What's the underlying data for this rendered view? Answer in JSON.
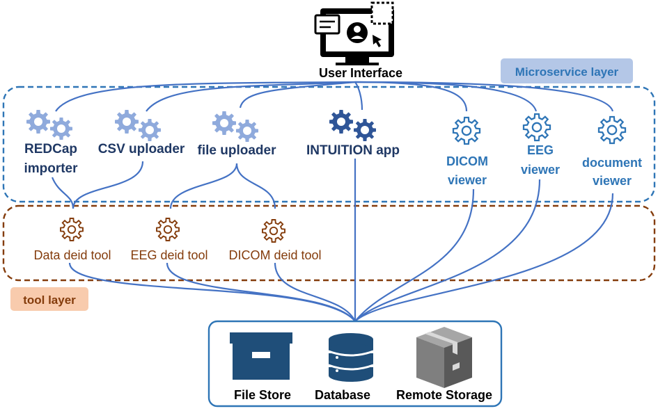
{
  "user_interface": {
    "label": "User Interface"
  },
  "layers": {
    "microservice": {
      "label": "Microservice layer"
    },
    "tool": {
      "label": "tool layer"
    }
  },
  "microservices": [
    {
      "id": "redcap",
      "lines": [
        "REDCap",
        "importer"
      ],
      "icon": "double-gear-icon"
    },
    {
      "id": "csv",
      "lines": [
        "CSV uploader"
      ],
      "icon": "double-gear-icon"
    },
    {
      "id": "file",
      "lines": [
        "file uploader"
      ],
      "icon": "double-gear-icon"
    },
    {
      "id": "intuition",
      "lines": [
        "INTUITION app"
      ],
      "icon": "double-gear-icon"
    },
    {
      "id": "dicom",
      "lines": [
        "DICOM",
        "viewer"
      ],
      "icon": "gear-outline-icon"
    },
    {
      "id": "eeg",
      "lines": [
        "EEG",
        "viewer"
      ],
      "icon": "gear-outline-icon"
    },
    {
      "id": "document",
      "lines": [
        "document",
        "viewer"
      ],
      "icon": "gear-outline-icon"
    }
  ],
  "tools": [
    {
      "id": "data-deid",
      "label": "Data deid tool",
      "icon": "gear-outline-icon"
    },
    {
      "id": "eeg-deid",
      "label": "EEG deid tool",
      "icon": "gear-outline-icon"
    },
    {
      "id": "dicom-deid",
      "label": "DICOM deid tool",
      "icon": "gear-outline-icon"
    }
  ],
  "storage": [
    {
      "id": "file-store",
      "label": "File Store",
      "icon": "archive-box-icon"
    },
    {
      "id": "database",
      "label": "Database",
      "icon": "database-icon"
    },
    {
      "id": "remote-storage",
      "label": "Remote Storage",
      "icon": "package-box-icon"
    }
  ],
  "colors": {
    "link": "#4472c4",
    "microservice_border": "#2e75b6",
    "microservice_badge": "#b4c7e7",
    "tool_border": "#843c0c",
    "tool_badge": "#f8cbad",
    "gear_light": "#8faadc",
    "gear_dark": "#2f5597"
  }
}
